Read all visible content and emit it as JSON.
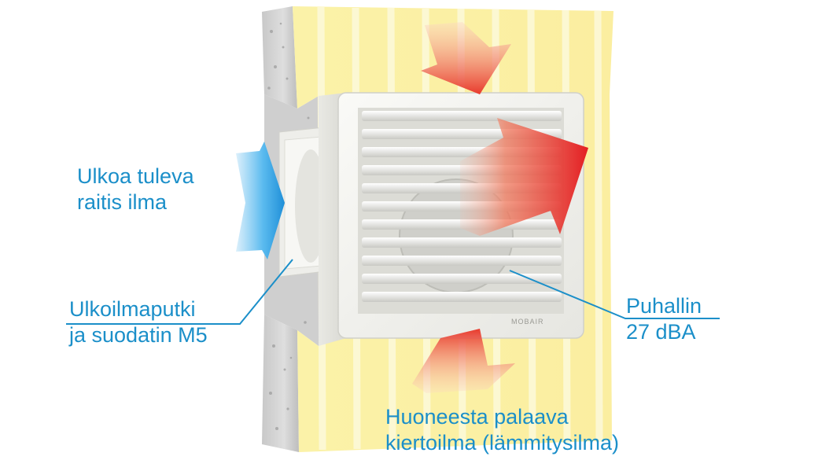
{
  "labels": {
    "outdoor_air": {
      "line1": "Ulkoa tuleva",
      "line2": "raitis ilma"
    },
    "pipe_filter": {
      "line1": "Ulkoilmaputki",
      "line2": "ja suodatin M5"
    },
    "fan": {
      "line1": "Puhallin",
      "line2": "27 dBA"
    },
    "return_air": {
      "line1": "Huoneesta palaava",
      "line2": "kiertoilma (lämmitysilma)"
    }
  },
  "brand_text": "MOBAIR",
  "colors": {
    "label_text": "#1b8fc9",
    "leader_line": "#1b8fc9",
    "wall_yellow": "#fbf1a6",
    "wall_stripe": "#fdf8cf",
    "concrete": "#d4d4d4",
    "unit_body": "#f3f3ef",
    "hot_arrow": "#e8322a",
    "cold_arrow": "#2aa3e6"
  },
  "icons": [
    "fresh-air-arrow",
    "warm-air-arrow",
    "return-air-arrow",
    "heating-air-arrow"
  ]
}
